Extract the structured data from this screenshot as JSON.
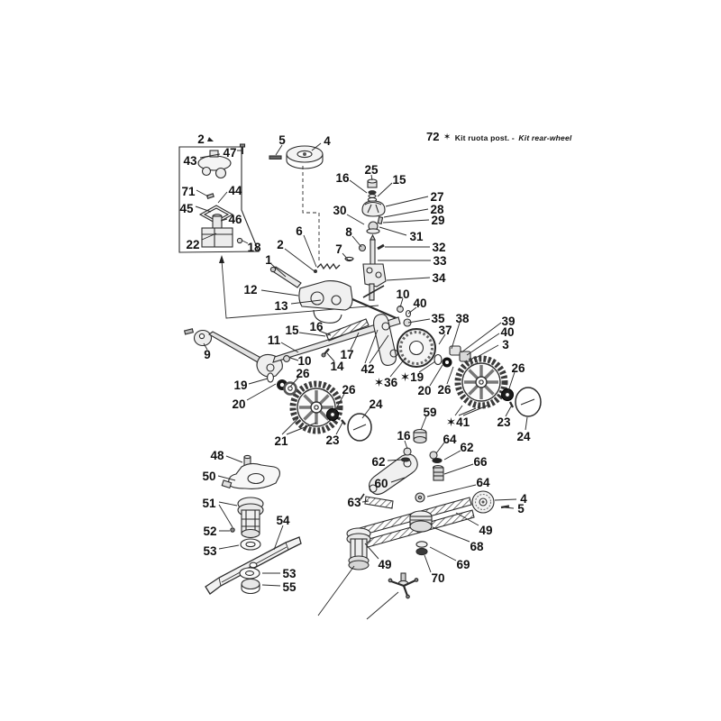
{
  "header": {
    "number": "72",
    "star": "✶",
    "title_it": "Kit ruota post. -",
    "title_en": "Kit rear-wheel"
  },
  "labels": [
    "2",
    "47",
    "43",
    "71",
    "44",
    "45",
    "46",
    "22",
    "18",
    "5",
    "4",
    "25",
    "16",
    "15",
    "27",
    "28",
    "29",
    "30",
    "6",
    "2",
    "8",
    "31",
    "7",
    "32",
    "33",
    "1",
    "34",
    "12",
    "13",
    "10",
    "40",
    "35",
    "38",
    "39",
    "40",
    "37",
    "3",
    "15",
    "16",
    "11",
    "9",
    "10",
    "17",
    "14",
    "42",
    "19",
    "26",
    "✶36",
    "✶19",
    "20",
    "20",
    "26",
    "26",
    "26",
    "24",
    "21",
    "23",
    "✶41",
    "23",
    "24",
    "59",
    "16",
    "64",
    "62",
    "62",
    "66",
    "60",
    "64",
    "48",
    "50",
    "51",
    "52",
    "53",
    "54",
    "53",
    "55",
    "63",
    "4",
    "5",
    "49",
    "68",
    "49",
    "69",
    "70"
  ]
}
